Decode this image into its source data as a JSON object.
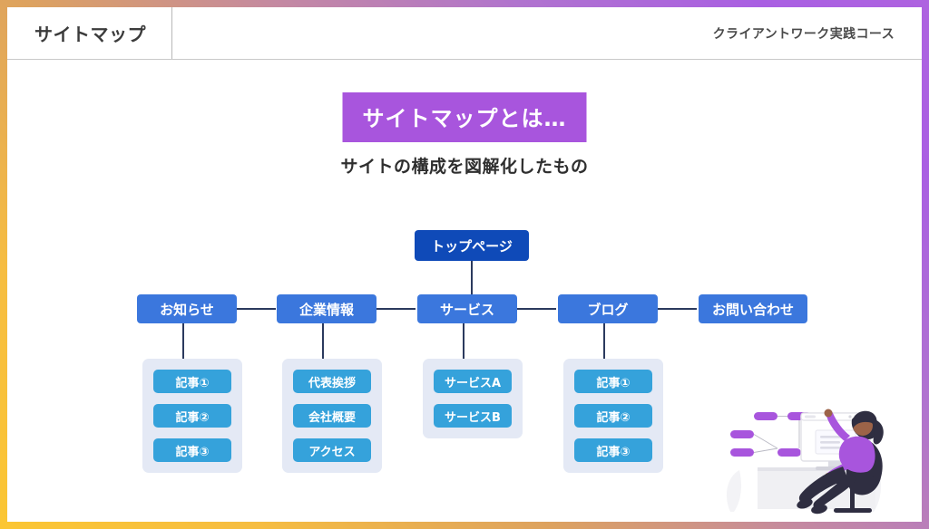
{
  "frame": {
    "gradient_start": "#fbc633",
    "gradient_end": "#ae63e0"
  },
  "header": {
    "left_title": "サイトマップ",
    "right_title": "クライアントワーク実践コース"
  },
  "main": {
    "banner_title": "サイトマップとは…",
    "banner_color": "#a855dd",
    "subtitle": "サイトの構成を図解化したもの"
  },
  "diagram": {
    "colors": {
      "root": "#0f4ab8",
      "level2": "#3b77dd",
      "leaf": "#35a2db",
      "group_box": "#e4e9f5",
      "connector": "#2b3a5e"
    },
    "root": {
      "label": "トップページ"
    },
    "level2": [
      {
        "label": "お知らせ"
      },
      {
        "label": "企業情報"
      },
      {
        "label": "サービス"
      },
      {
        "label": "ブログ"
      },
      {
        "label": "お問い合わせ"
      }
    ],
    "groups": [
      {
        "parent": "お知らせ",
        "items": [
          "記事①",
          "記事②",
          "記事③"
        ]
      },
      {
        "parent": "企業情報",
        "items": [
          "代表挨拶",
          "会社概要",
          "アクセス"
        ]
      },
      {
        "parent": "サービス",
        "items": [
          "サービスA",
          "サービスB"
        ]
      },
      {
        "parent": "ブログ",
        "items": [
          "記事①",
          "記事②",
          "記事③"
        ]
      }
    ]
  },
  "illustration": {
    "name": "person-at-desk-with-sitemap-illustration",
    "accent": "#a855dd"
  }
}
